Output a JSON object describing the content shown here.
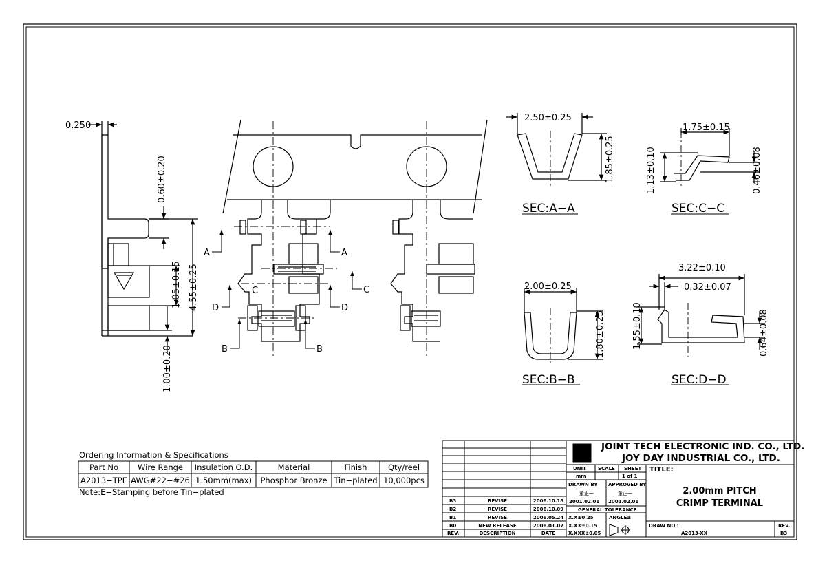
{
  "drawing": {
    "left_view": {
      "dim_thickness": "0.250",
      "dim_top": "0.60±0.20",
      "dim_overall": "4.55±0.25",
      "dim_mid": "1.05±0.15",
      "dim_bottom": "1.00±0.20"
    },
    "center_view": {
      "labels": [
        "A",
        "A",
        "C",
        "C",
        "D",
        "D",
        "B",
        "B"
      ]
    },
    "sections": {
      "aa": {
        "title": "SEC:A−A",
        "width": "2.50±0.25",
        "height": "1.85±0.25"
      },
      "cc": {
        "title": "SEC:C−C",
        "width": "1.75±0.15",
        "height_left": "1.13±0.10",
        "height_right": "0.46±0.08"
      },
      "bb": {
        "title": "SEC:B−B",
        "width": "2.00±0.25",
        "height": "1.80±0.25"
      },
      "dd": {
        "title": "SEC:D−D",
        "width": "3.22±0.10",
        "inner": "0.32±0.07",
        "height_left": "1.55±0.10",
        "height_right": "0.64±0.08"
      }
    }
  },
  "ordering": {
    "heading": "Ordering Information & Specifications",
    "columns": [
      "Part No",
      "Wire Range",
      "Insulation O.D.",
      "Material",
      "Finish",
      "Qty/reel"
    ],
    "row": [
      "A2013−TPE",
      "AWG#22−#26",
      "1.50mm(max)",
      "Phosphor Bronze",
      "Tin−plated",
      "10,000pcs"
    ],
    "note": "Note:E−Stamping before Tin−plated"
  },
  "title_block": {
    "company_1": "JOINT TECH ELECTRONIC IND. CO., LTD.",
    "company_2": "JOY DAY INDUSTRIAL CO., LTD.",
    "unit_label": "UNIT",
    "scale_label": "SCALE",
    "sheet_label": "SHEET",
    "unit_value": "mm",
    "sheet_value": "1 of 1",
    "drawn_by_label": "DRAWN BY",
    "approved_by_label": "APPROVED BY",
    "drawn_by_name": "董正一",
    "approved_by_name": "董正一",
    "drawn_date": "2001.02.01",
    "approved_date": "2001.02.01",
    "tolerance_label": "GENERAL TOLERANCE",
    "tol_1": "X.X±0.25",
    "tol_2": "X.XX±0.15",
    "tol_3": "X.XXX±0.05",
    "angle_label": "ANGLE±",
    "title_label": "TITLE:",
    "title_line1": "2.00mm PITCH",
    "title_line2": "CRIMP TERMINAL",
    "draw_no_label": "DRAW NO.:",
    "draw_no": "A2013-XX",
    "rev_label": "REV.",
    "rev_value": "B3",
    "revisions": [
      {
        "rev": "B3",
        "desc": "REVISE",
        "date": "2006.10.18"
      },
      {
        "rev": "B2",
        "desc": "REVISE",
        "date": "2006.10.09"
      },
      {
        "rev": "B1",
        "desc": "REVISE",
        "date": "2006.05.24"
      },
      {
        "rev": "B0",
        "desc": "NEW RELEASE",
        "date": "2006.01.07"
      }
    ],
    "rev_header": {
      "rev": "REV.",
      "desc": "DESCRIPTION",
      "date": "DATE"
    }
  }
}
